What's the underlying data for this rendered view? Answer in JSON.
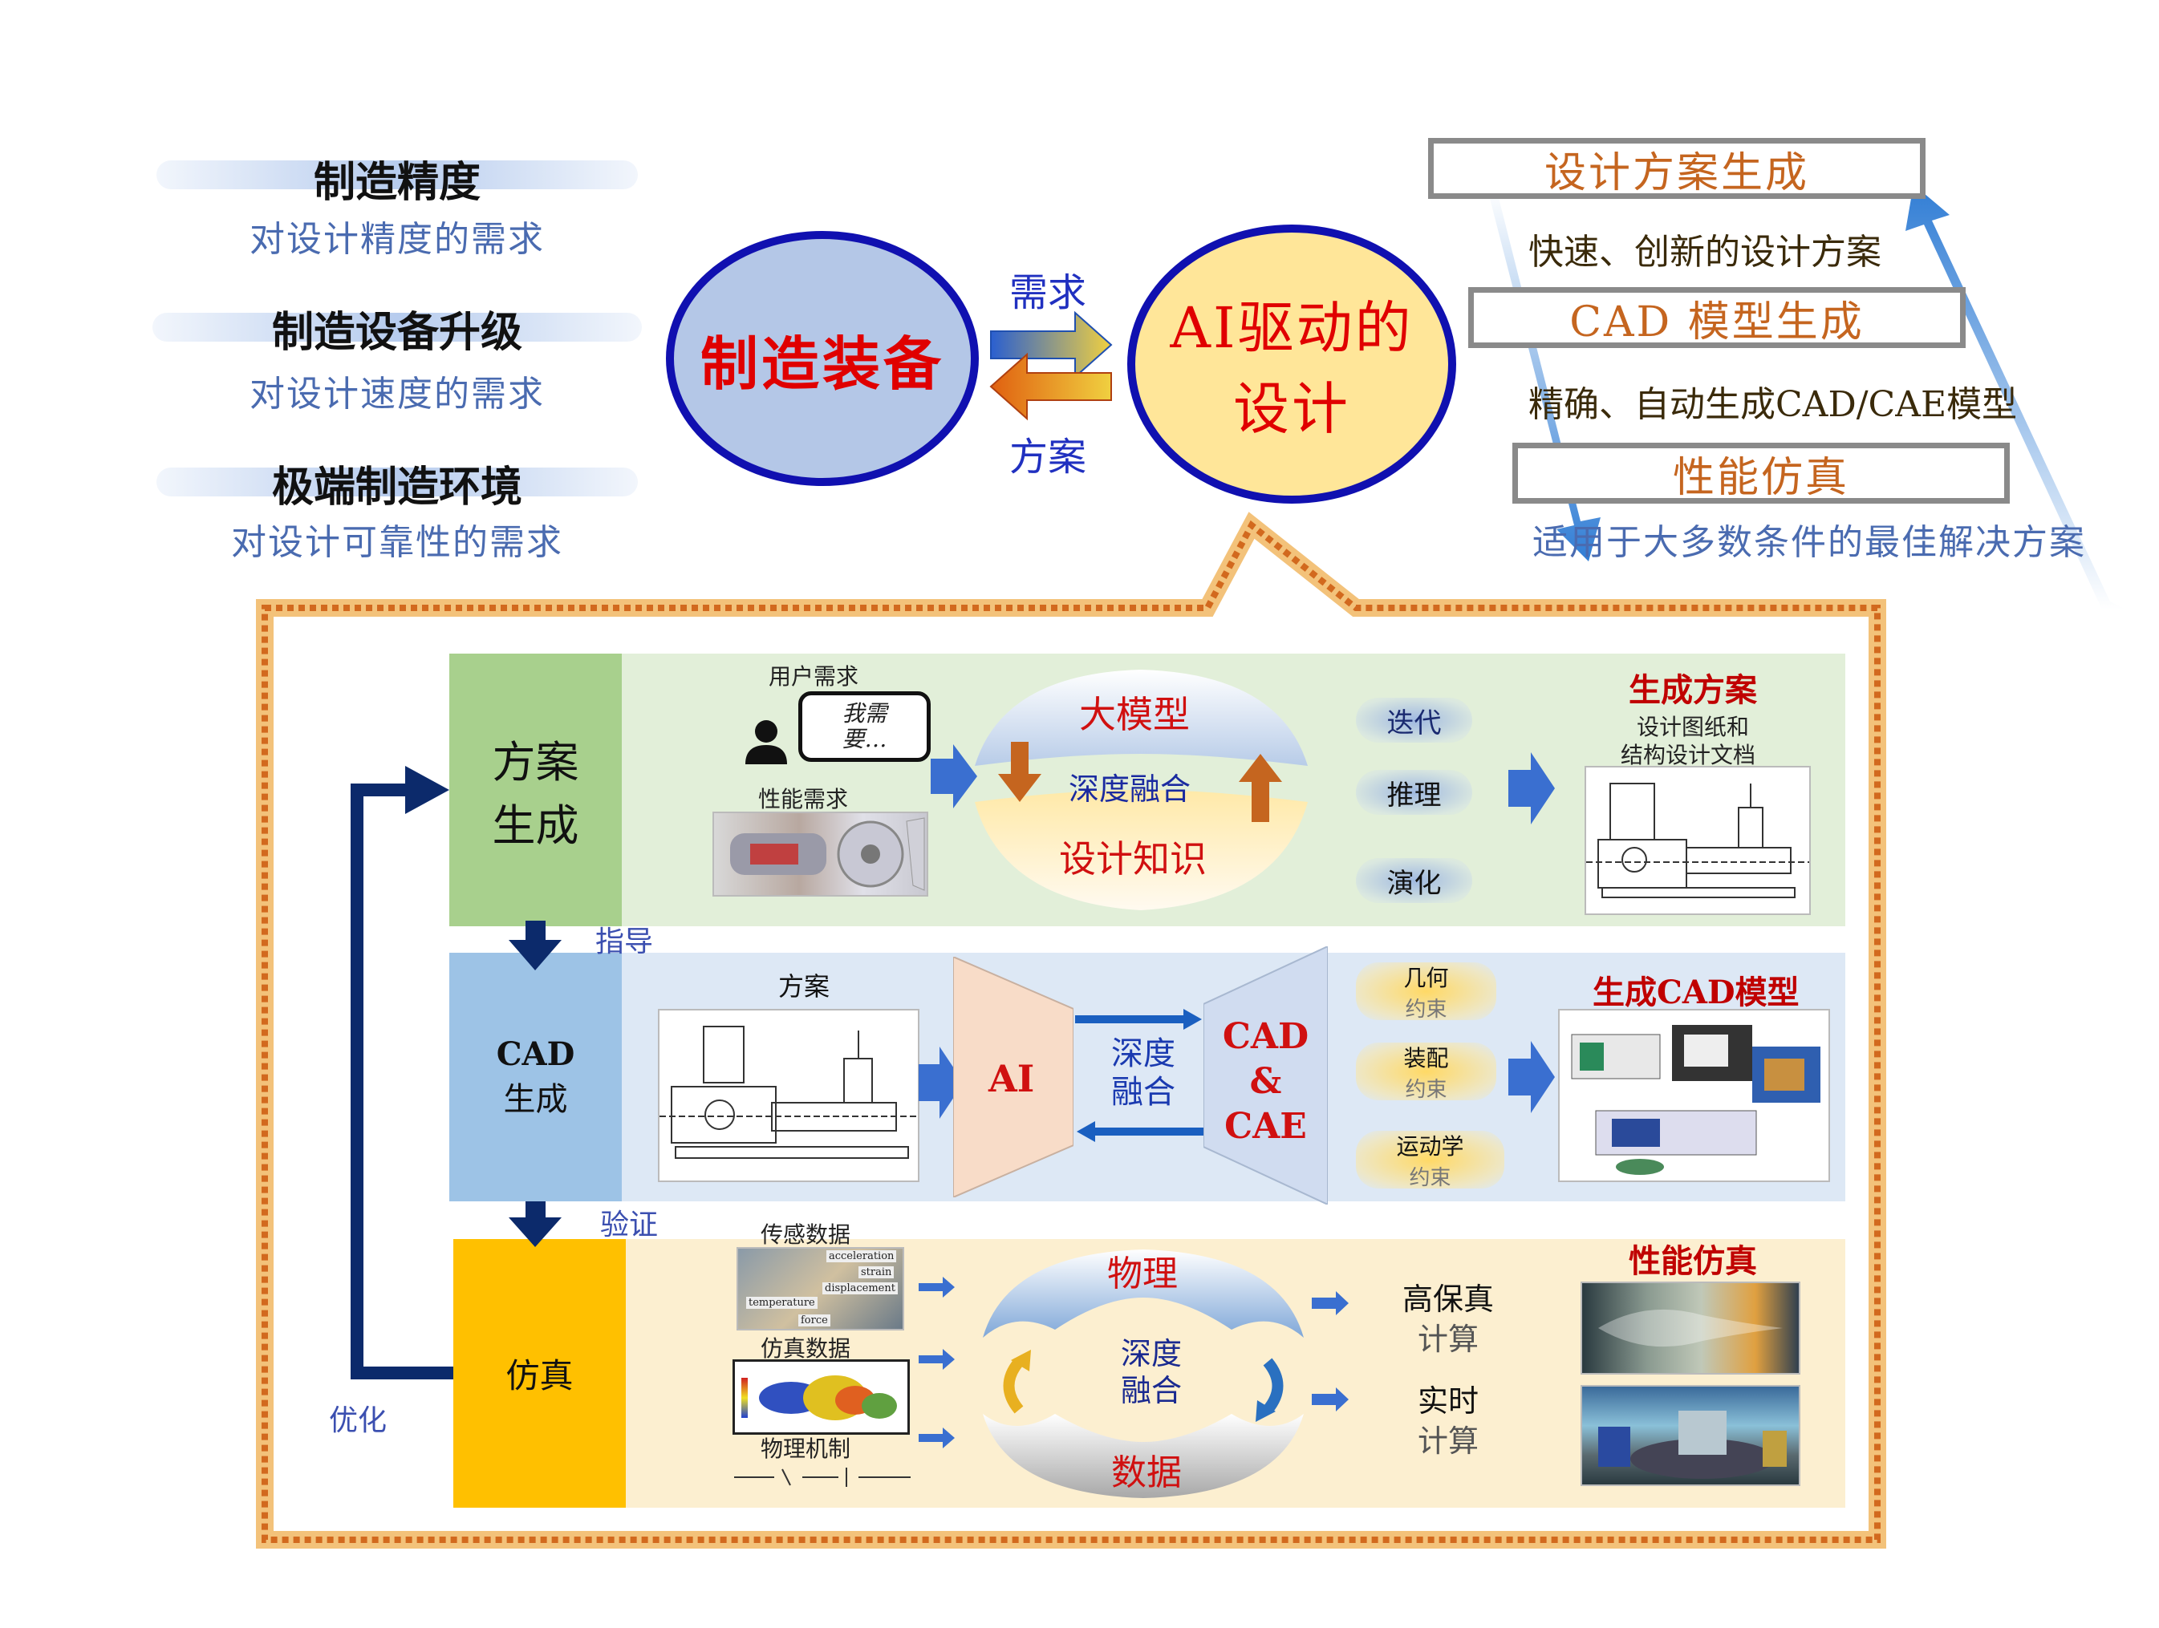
{
  "needs": [
    {
      "title": "制造精度",
      "sub": "对设计精度的需求"
    },
    {
      "title": "制造设备升级",
      "sub": "对设计速度的需求"
    },
    {
      "title": "极端制造环境",
      "sub": "对设计可靠性的需求"
    }
  ],
  "circles": {
    "left": "制造装备",
    "right_line1": "AI驱动的",
    "right_line2": "设计"
  },
  "exchange": {
    "top": "需求",
    "bottom": "方案"
  },
  "right_panel": {
    "box1": "设计方案生成",
    "text1": "快速、创新的设计方案",
    "box2": "CAD 模型生成",
    "text2": "精确、自动生成CAD/CAE模型",
    "box3": "性能仿真",
    "text3": "适用于大多数条件的最佳解决方案"
  },
  "stages": {
    "s1_line1": "方案",
    "s1_line2": "生成",
    "s2_line1": "CAD",
    "s2_line2": "生成",
    "s3": "仿真"
  },
  "flow": {
    "guide": "指导",
    "verify": "验证",
    "optimize": "优化"
  },
  "row1": {
    "user_need": "用户需求",
    "bubble": "我需要…",
    "perf_need": "性能需求",
    "big_model": "大模型",
    "fusion": "深度融合",
    "knowledge": "设计知识",
    "iter": "迭代",
    "reason": "推理",
    "evolve": "演化",
    "out_title": "生成方案",
    "out_sub1": "设计图纸和",
    "out_sub2": "结构设计文档"
  },
  "row2": {
    "scheme": "方案",
    "ai": "AI",
    "fusion1": "深度",
    "fusion2": "融合",
    "cad1": "CAD",
    "cad2": "&",
    "cad3": "CAE",
    "c1a": "几何",
    "c1b": "约束",
    "c2a": "装配",
    "c2b": "约束",
    "c3a": "运动学",
    "c3b": "约束",
    "out_title": "生成CAD模型"
  },
  "row3": {
    "sensor": "传感数据",
    "sim": "仿真数据",
    "mech": "物理机制",
    "sensor_tags": [
      "acceleration",
      "strain",
      "displacement",
      "temperature",
      "force"
    ],
    "physics": "物理",
    "fusion1": "深度",
    "fusion2": "融合",
    "data": "数据",
    "hifi1": "高保真",
    "hifi2": "计算",
    "rt1": "实时",
    "rt2": "计算",
    "out_title": "性能仿真"
  },
  "colors": {
    "stage1": "#a8d08d",
    "stage2": "#9dc3e6",
    "stage3": "#ffc000",
    "accent_red": "#d01010",
    "orange": "#c5651f",
    "navy": "#0c2a6b"
  }
}
